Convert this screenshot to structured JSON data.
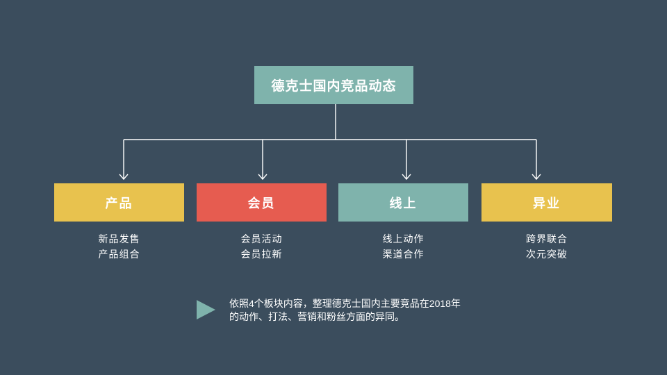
{
  "slide": {
    "title": "德克士国内竞品动态",
    "note_lines": [
      "依照4个板块内容，整理德克士国内主要竞品在2018年",
      "的动作、打法、营销和粉丝方面的异同。"
    ]
  },
  "categories": [
    {
      "label": "产品",
      "color": "#e8c24e",
      "items": [
        "新品发售",
        "产品组合"
      ]
    },
    {
      "label": "会员",
      "color": "#e65c50",
      "items": [
        "会员活动",
        "会员拉新"
      ]
    },
    {
      "label": "线上",
      "color": "#7fb3ac",
      "items": [
        "线上动作",
        "渠道合作"
      ]
    },
    {
      "label": "异业",
      "color": "#e8c24e",
      "items": [
        "跨界联合",
        "次元突破"
      ]
    }
  ],
  "colors": {
    "background": "#3b4d5d",
    "title_box": "#7fb3ac",
    "connector": "#ffffff",
    "text": "#ffffff",
    "note_icon": "#7fb3ac"
  }
}
